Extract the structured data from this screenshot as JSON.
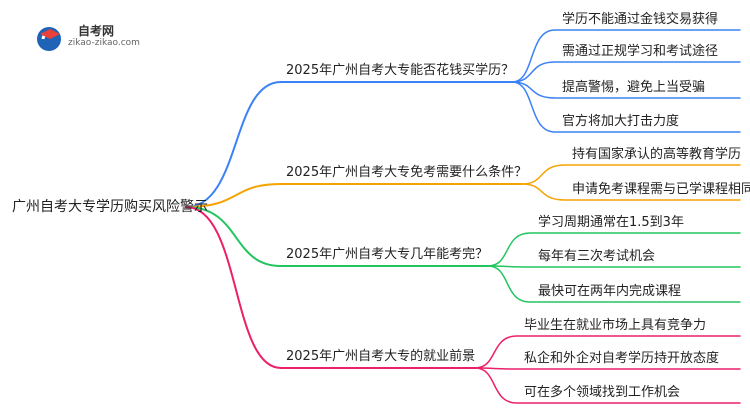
{
  "logo": {
    "name": "自考网",
    "url": "zikao-zikao.com"
  },
  "root": {
    "label": "广州自考大专学历购买风险警示"
  },
  "branches": [
    {
      "title": "2025年广州自考大专能否花钱买学历？",
      "color": "#3b82f6",
      "children": [
        "学历不能通过金钱交易获得",
        "需通过正规学习和考试途径",
        "提高警惕，避免上当受骗",
        "官方将加大打击力度"
      ]
    },
    {
      "title": "2025年广州自考大专免考需要什么条件？",
      "color": "#f5a300",
      "children": [
        "持有国家承认的高等教育学历",
        "申请免考课程需与已学课程相同"
      ]
    },
    {
      "title": "2025年广州自考大专几年能考完？",
      "color": "#22c55e",
      "children": [
        "学习周期通常在1.5到3年",
        "每年有三次考试机会",
        "最快可在两年内完成课程"
      ]
    },
    {
      "title": "2025年广州自考大专的就业前景",
      "color": "#ec1f6a",
      "children": [
        "毕业生在就业市场上具有竞争力",
        "私企和外企对自考学历持开放态度",
        "可在多个领域找到工作机会"
      ]
    }
  ]
}
